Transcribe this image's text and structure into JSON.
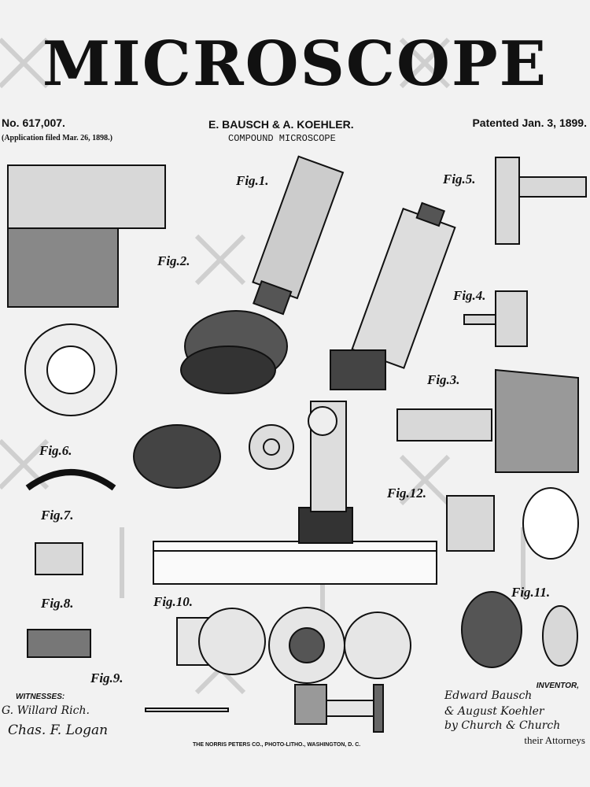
{
  "title": "MICROSCOPE",
  "header": {
    "patent_number": "No. 617,007.",
    "application": "(Application filed Mar. 26, 1898.)",
    "inventors": "E. BAUSCH & A. KOEHLER.",
    "subtitle": "COMPOUND MICROSCOPE",
    "patented": "Patented Jan. 3, 1899."
  },
  "figures": [
    "Fig.1.",
    "Fig.2.",
    "Fig.3.",
    "Fig.4.",
    "Fig.5.",
    "Fig.6.",
    "Fig.7.",
    "Fig.8.",
    "Fig.9.",
    "Fig.10.",
    "Fig.11.",
    "Fig.12."
  ],
  "footer": {
    "witnesses_label": "WITNESSES:",
    "witness_1": "G. Willard Rich.",
    "witness_2": "Chas. F. Logan",
    "inventor_label": "INVENTOR,",
    "inventor_1": "Edward Bausch",
    "inventor_2": "& August Koehler",
    "by_attorney": "by Church & Church",
    "attorneys": "their Attorneys",
    "printer": "THE NORRIS PETERS CO., PHOTO-LITHO., WASHINGTON, D. C."
  },
  "colors": {
    "ink": "#111111",
    "paper": "#f2f2f2",
    "watermark": "#c8c8c8"
  }
}
